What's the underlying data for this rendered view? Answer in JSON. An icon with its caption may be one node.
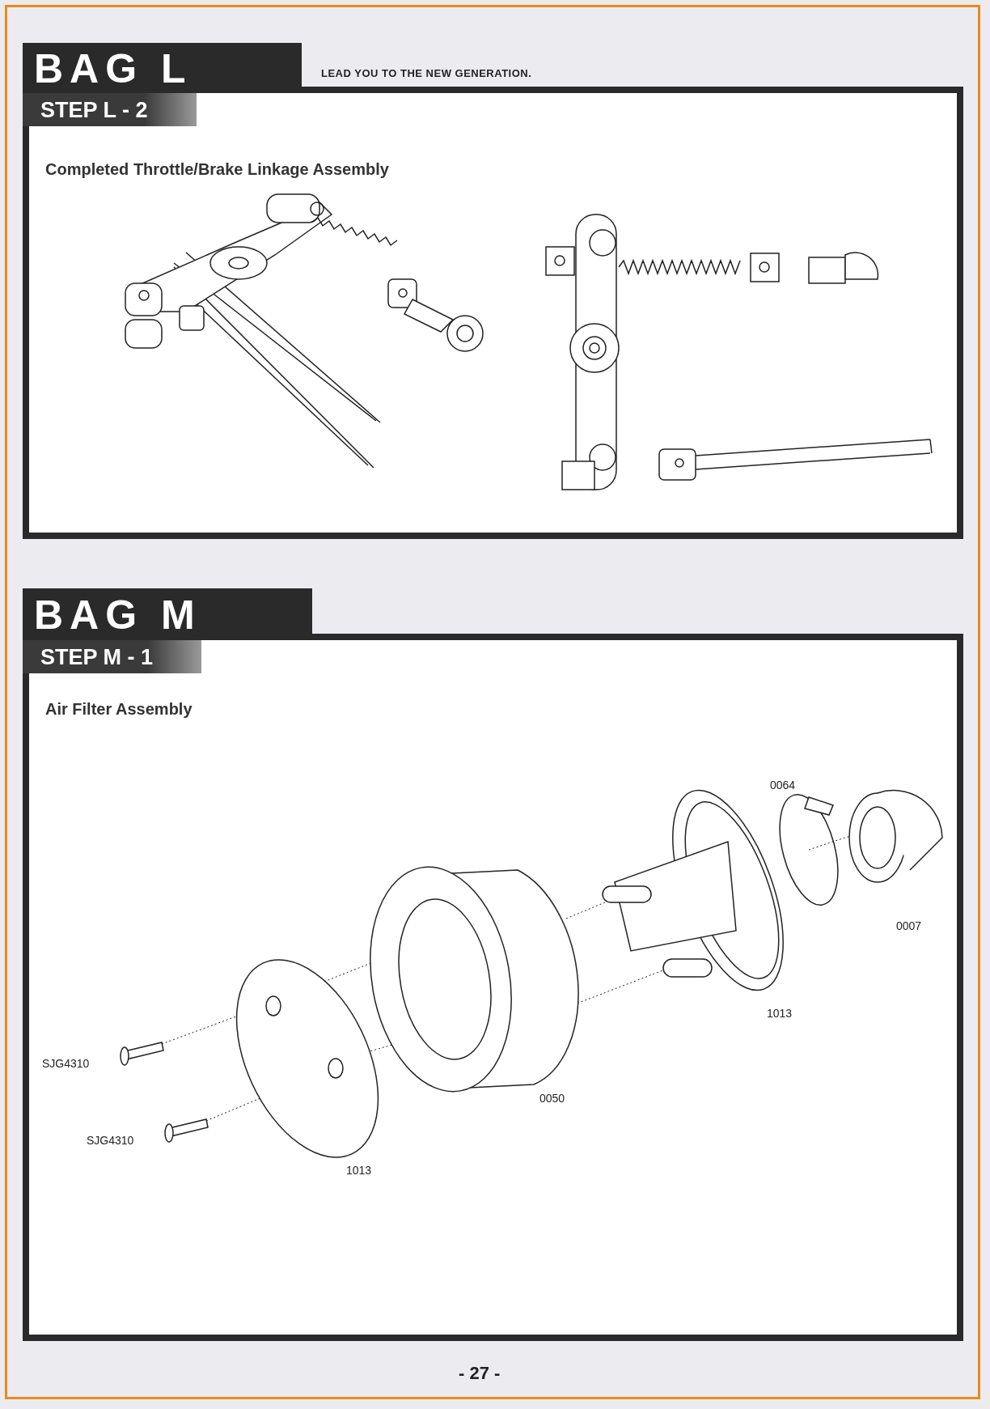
{
  "diagram": {
    "nodes": [
      {
        "text": [
          "BAG L",
          "STEP L - 2",
          "Completed Throttle/Brake Linkage Assembly"
        ]
      },
      {
        "text": [
          "BAG M",
          "STEP M - 1",
          "Air Filter Assembly"
        ]
      }
    ],
    "labels": [
      "LEAD YOU TO THE NEW GENERATION.",
      "0064",
      "0007",
      "1013",
      "0050",
      "SJG4310",
      "SJG4310",
      "1013",
      "- 27 -"
    ]
  }
}
